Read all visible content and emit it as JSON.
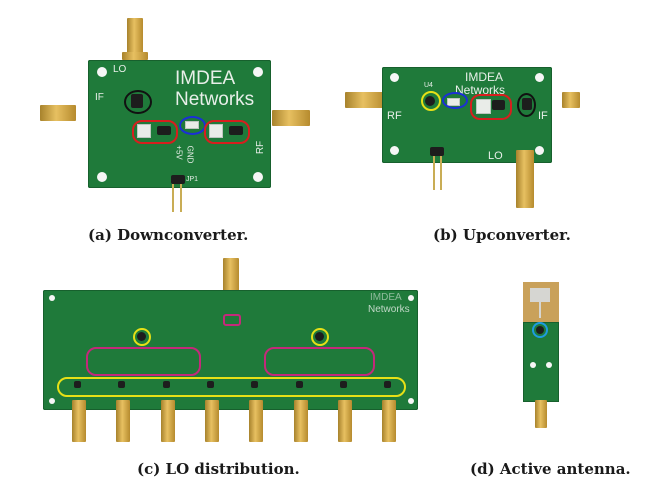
{
  "figure": {
    "panels": [
      {
        "id": "a",
        "caption": "(a) Downconverter.",
        "board_brand": [
          "IMDEA",
          "Networks"
        ],
        "port_labels": {
          "lo": "LO",
          "if": "IF",
          "rf": "RF",
          "power": "+5V",
          "gnd": "GND",
          "header": "JP1"
        },
        "highlight_colors": {
          "black": "#111111",
          "red": "#d81e1e",
          "blue": "#1b2fd6"
        }
      },
      {
        "id": "b",
        "caption": "(b) Upconverter.",
        "board_brand": [
          "IMDEA",
          "Networks"
        ],
        "port_labels": {
          "rf": "RF",
          "if": "IF",
          "lo": "LO",
          "u4": "U4"
        },
        "highlight_colors": {
          "yellow": "#e6e017",
          "blue": "#1b2fd6",
          "red": "#d81e1e",
          "black": "#111111"
        }
      },
      {
        "id": "c",
        "caption": "(c) LO distribution.",
        "board_brand": [
          "IMDEA",
          "Networks"
        ],
        "outputs": 8,
        "highlight_colors": {
          "magenta": "#c4297a",
          "yellow": "#e6e017"
        }
      },
      {
        "id": "d",
        "caption": "(d) Active antenna.",
        "highlight_colors": {
          "cyan": "#1e9be0"
        }
      }
    ]
  }
}
